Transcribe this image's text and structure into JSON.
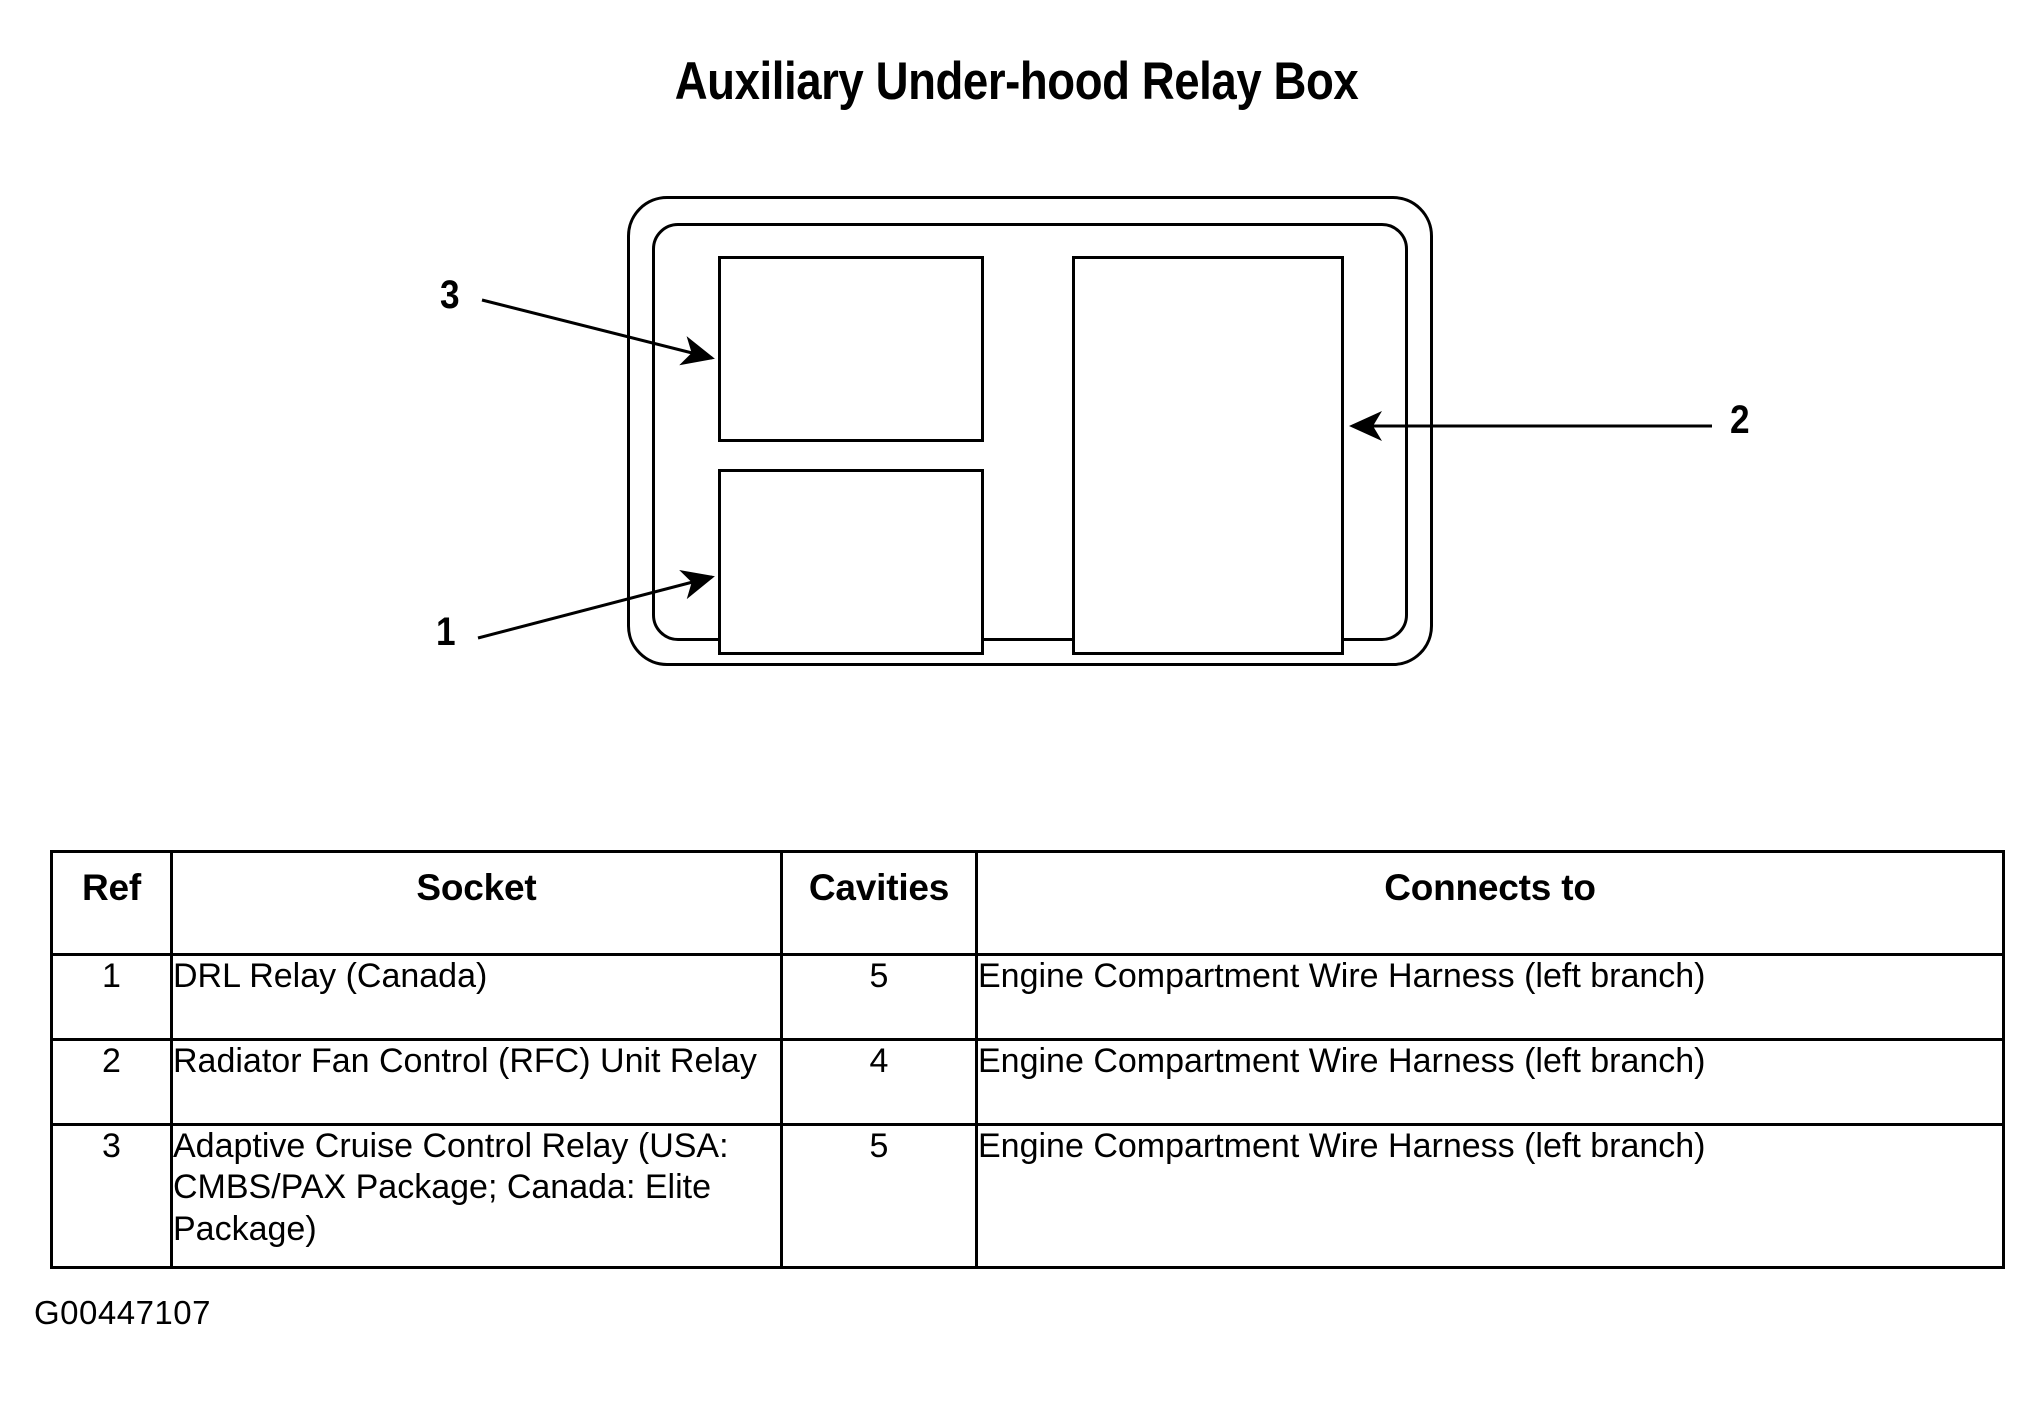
{
  "page": {
    "title": "Auxiliary Under-hood Relay Box",
    "figure_code": "G00447107"
  },
  "diagram": {
    "name": "auxiliary-under-hood-relay-box-diagram",
    "callouts": [
      {
        "label": "3",
        "points_to": "socket-top-left"
      },
      {
        "label": "1",
        "points_to": "socket-bottom-left"
      },
      {
        "label": "2",
        "points_to": "socket-right"
      }
    ],
    "sockets": [
      {
        "id": "socket-top-left",
        "ref": "3"
      },
      {
        "id": "socket-bottom-left",
        "ref": "1"
      },
      {
        "id": "socket-right",
        "ref": "2"
      }
    ]
  },
  "table": {
    "headers": {
      "ref": "Ref",
      "socket": "Socket",
      "cavities": "Cavities",
      "connects_to": "Connects to"
    },
    "rows": [
      {
        "ref": "1",
        "socket": "DRL Relay (Canada)",
        "cavities": "5",
        "connects_to": "Engine Compartment Wire Harness (left branch)"
      },
      {
        "ref": "2",
        "socket": "Radiator Fan Control (RFC) Unit Relay",
        "cavities": "4",
        "connects_to": "Engine Compartment Wire Harness (left branch)"
      },
      {
        "ref": "3",
        "socket": "Adaptive Cruise Control Relay (USA: CMBS/PAX Package; Canada: Elite Package)",
        "cavities": "5",
        "connects_to": "Engine Compartment Wire Harness (left branch)"
      }
    ]
  },
  "colors": {
    "ink": "#000000",
    "paper": "#ffffff"
  }
}
